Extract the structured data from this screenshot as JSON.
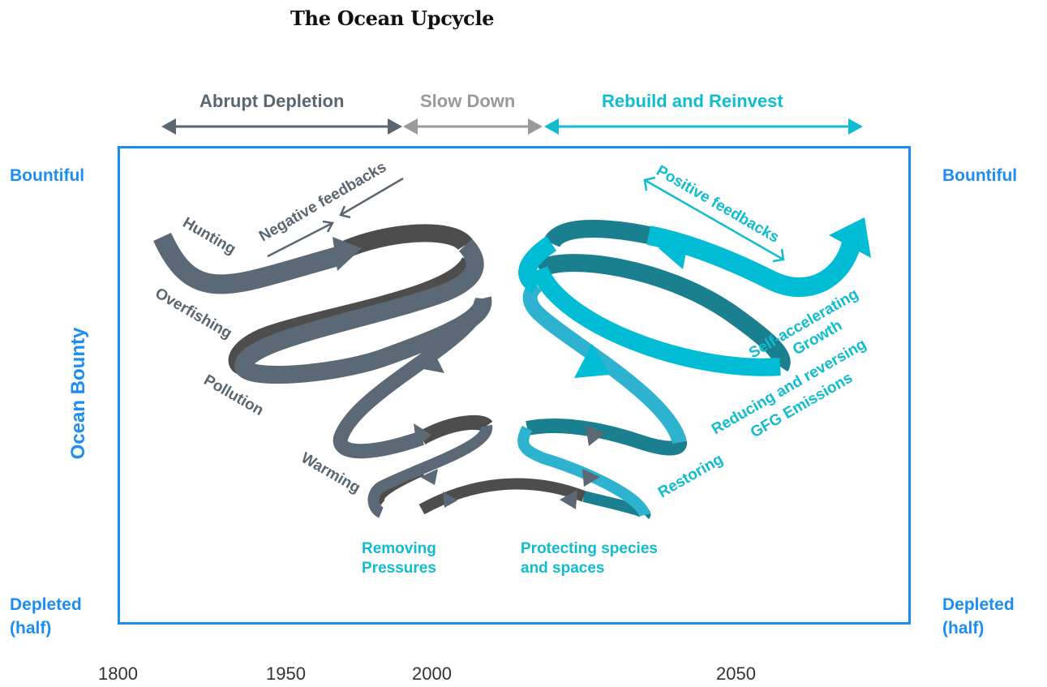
{
  "title": "The Ocean Upcycle",
  "phases": [
    {
      "label": "Abrupt Depletion",
      "color": "#5b6670"
    },
    {
      "label": "Slow Down",
      "color": "#9a9a9a"
    },
    {
      "label": "Rebuild and Reinvest",
      "color": "#10bcd0"
    }
  ],
  "y_axis": {
    "label": "Ocean Bounty",
    "top": "Bountiful",
    "bottom_line1": "Depleted",
    "bottom_line2": "(half)"
  },
  "x_axis": {
    "years": [
      "1800",
      "1950",
      "2000",
      "2050"
    ]
  },
  "labels": {
    "hunting": "Hunting",
    "overfishing": "Overfishing",
    "pollution": "Pollution",
    "warming": "Warming",
    "negative_feedbacks": "Negative feedbacks",
    "positive_feedbacks": "Positive feedbacks",
    "self_accelerating_line1": "Self-accelerating",
    "self_accelerating_line2": "Growth",
    "reducing_line1": "Reducing and reversing",
    "reducing_line2": "GFG Emissions",
    "restoring": "Restoring",
    "removing_line1": "Removing",
    "removing_line2": "Pressures",
    "protecting_line1": "Protecting species",
    "protecting_line2": "and spaces"
  },
  "colors": {
    "frame": "#1c8ef2",
    "depletion_dark": "#4d4d4d",
    "depletion_slate": "#5b6875",
    "rebuild_teal": "#1a7f8e",
    "rebuild_cyan": "#00bcd4",
    "rebuild_light": "#2db3cf"
  }
}
